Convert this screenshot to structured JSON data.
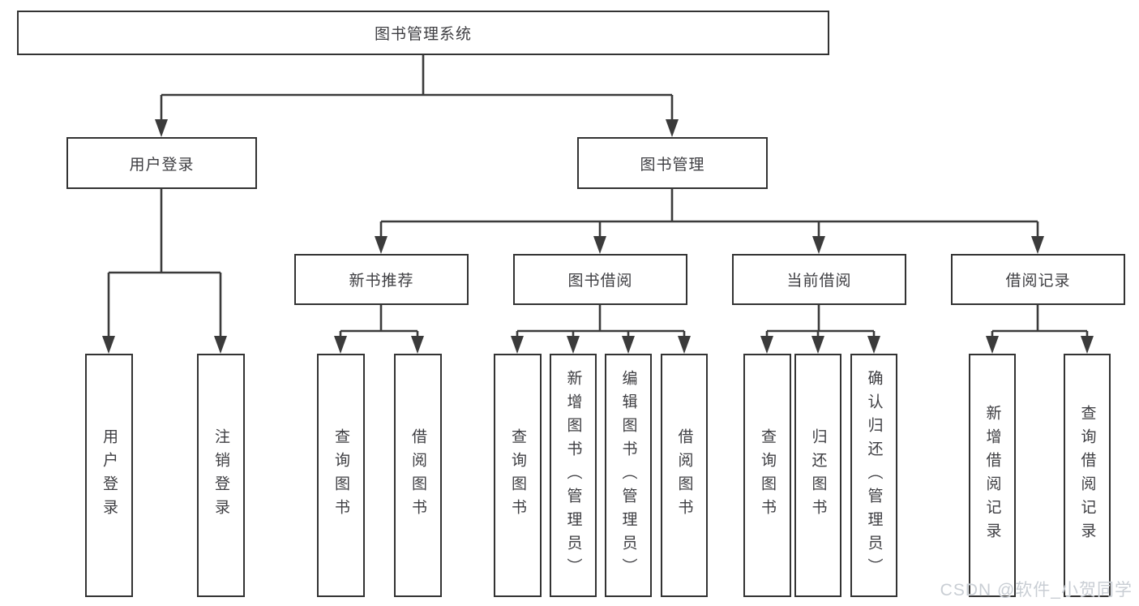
{
  "diagram": {
    "colors": {
      "line": "#3b3b3b",
      "box_border": "#333333",
      "text": "#3e3e42",
      "background": "#ffffff",
      "watermark_text_color": "#c9ced4"
    },
    "tree": {
      "label": "图书管理系统",
      "children": [
        {
          "label": "用户登录",
          "children": [
            {
              "label": "用户登录"
            },
            {
              "label": "注销登录"
            }
          ]
        },
        {
          "label": "图书管理",
          "children": [
            {
              "label": "新书推荐",
              "children": [
                {
                  "label": "查询图书"
                },
                {
                  "label": "借阅图书"
                }
              ]
            },
            {
              "label": "图书借阅",
              "children": [
                {
                  "label": "查询图书"
                },
                {
                  "label": "新增图书（管理员）"
                },
                {
                  "label": "编辑图书（管理员）"
                },
                {
                  "label": "借阅图书"
                }
              ]
            },
            {
              "label": "当前借阅",
              "children": [
                {
                  "label": "查询图书"
                },
                {
                  "label": "归还图书"
                },
                {
                  "label": "确认归还（管理员）"
                }
              ]
            },
            {
              "label": "借阅记录",
              "children": [
                {
                  "label": "新增借阅记录"
                },
                {
                  "label": "查询借阅记录"
                }
              ]
            }
          ]
        }
      ]
    },
    "watermark": "CSDN @软件_小贺同学"
  }
}
